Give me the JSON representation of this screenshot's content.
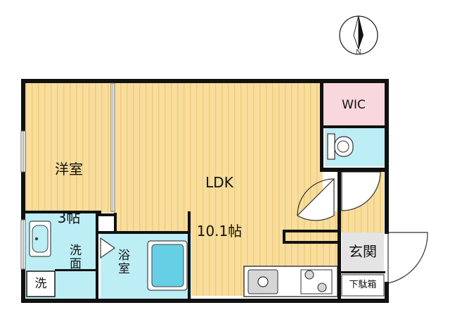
{
  "compass": {
    "north_label": "N",
    "icon": "north-arrow-icon"
  },
  "rooms": {
    "western_room": {
      "name": "洋室",
      "size": "3帖"
    },
    "ldk": {
      "name": "LDK",
      "size": "10.1帖"
    },
    "wic": {
      "name": "WIC"
    },
    "washroom": {
      "name": "洗面"
    },
    "bathroom": {
      "name": "浴室"
    },
    "laundry": {
      "name": "洗"
    },
    "entrance": {
      "name": "玄関"
    },
    "shoe_box": {
      "name": "下駄箱"
    }
  },
  "colors": {
    "wall": "#111111",
    "wood_floor": "#f8dd9c",
    "wood_stripe": "#eccc7c",
    "wic_floor": "#f8d8dc",
    "wet_floor": "#bdeef5",
    "tub": "#66cfe6",
    "entrance_floor": "#e4e4e4",
    "fixture": "#d6d6d6"
  }
}
